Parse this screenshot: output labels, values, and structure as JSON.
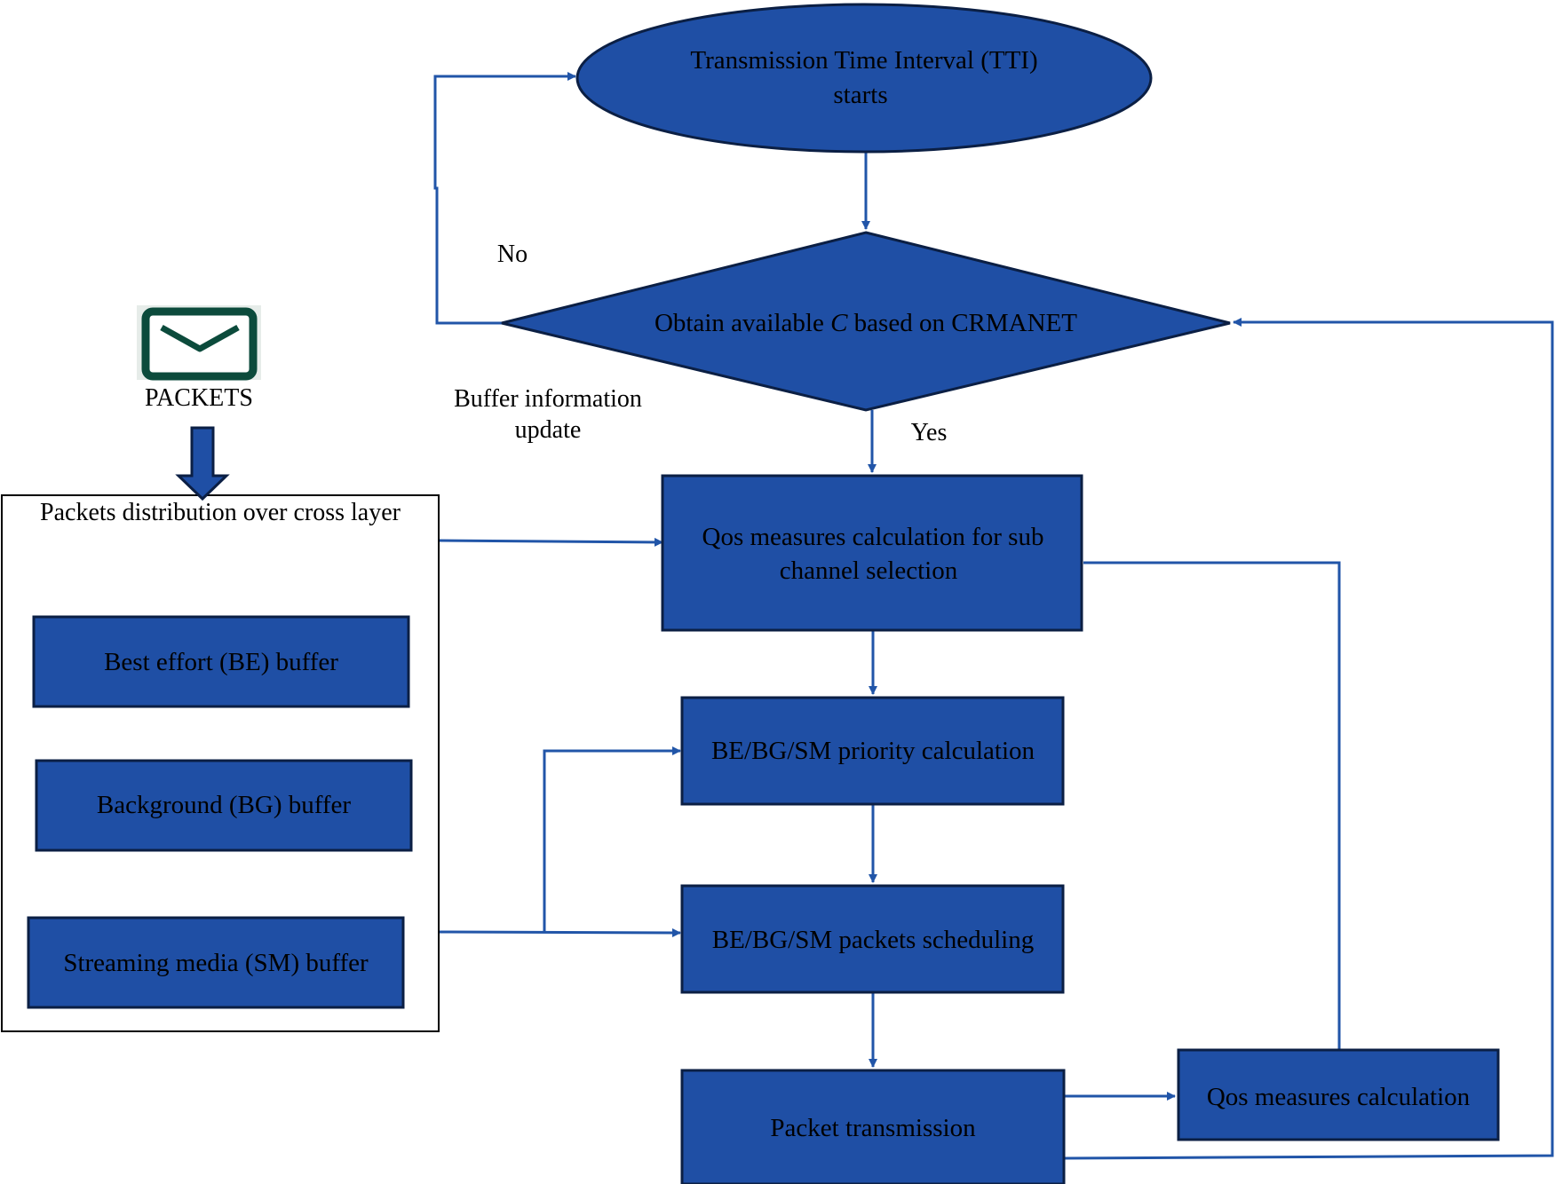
{
  "colors": {
    "node_fill": "#1f4fa5",
    "node_stroke": "#0b1f44",
    "edge": "#2155a8",
    "panel_stroke": "#000000",
    "icon_green": "#0c4b3c"
  },
  "nodes": {
    "tti": {
      "line1": "Transmission Time Interval (TTI)",
      "line2": "starts"
    },
    "decision": {
      "prefix": "Obtain available ",
      "symbol": "C",
      "suffix": " based on CRMANET"
    },
    "qos_sub": {
      "line1": "Qos measures calculation for sub",
      "line2": "channel selection"
    },
    "priority": {
      "label": "BE/BG/SM priority calculation"
    },
    "scheduling": {
      "label": "BE/BG/SM packets scheduling"
    },
    "transmission": {
      "label": "Packet transmission"
    },
    "qos_calc": {
      "label": "Qos measures calculation"
    }
  },
  "left_panel": {
    "title": "Packets distribution over cross layer",
    "buffers": [
      "Best effort (BE) buffer",
      "Background (BG) buffer",
      "Streaming media (SM) buffer"
    ]
  },
  "packets": {
    "label": "PACKETS",
    "icon": "envelope-icon"
  },
  "edge_labels": {
    "no": "No",
    "yes": "Yes",
    "buffer_update_line1": "Buffer information",
    "buffer_update_line2": "update"
  }
}
